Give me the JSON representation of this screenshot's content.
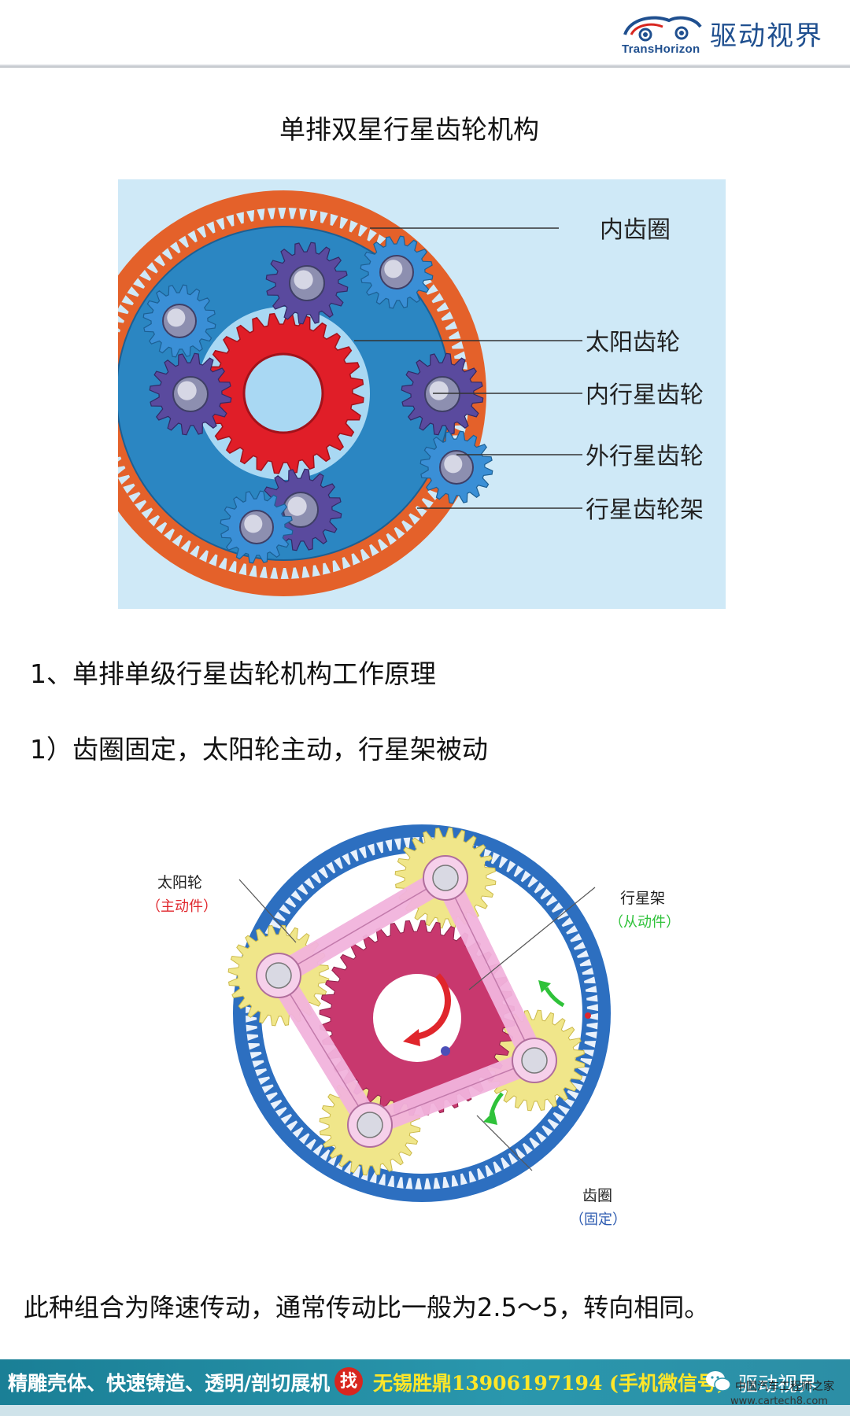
{
  "header": {
    "logo_en": "TransHorizon",
    "logo_cn": "驱动视界",
    "brand_color": "#1f4f8f"
  },
  "title": "单排双星行星齿轮机构",
  "figure1": {
    "labels": [
      "内齿圈",
      "太阳齿轮",
      "内行星齿轮",
      "外行星齿轮",
      "行星齿轮架"
    ],
    "colors": {
      "ring": "#e4612a",
      "carrier": "#2b86c2",
      "sun": "#e01e28",
      "inner_planet": "#5a4a9e",
      "outer_planet": "#3a8fd6",
      "background": "#cfe9f7"
    }
  },
  "section_heading": "1、单排单级行星齿轮机构工作原理",
  "case_heading": "1）齿圈固定，太阳轮主动，行星架被动",
  "figure2": {
    "sun_label": "太阳轮",
    "sun_role": "（主动件）",
    "carrier_label": "行星架",
    "carrier_role": "（从动件）",
    "ring_label": "齿圈",
    "ring_role": "（固定）",
    "colors": {
      "ring": "#2d6fc0",
      "sun": "#c8386e",
      "planet": "#f0e68a",
      "carrier": "#f1b3dc",
      "sun_arrow": "#e0262c",
      "carrier_arrow": "#2fc23a",
      "role_text": "#e0262c",
      "carrier_role_text": "#2fc23a",
      "ring_role_text": "#2d5bb0"
    }
  },
  "conclusion": "此种组合为降速传动，通常传动比一般为2.5～5，转向相同。",
  "footer": {
    "left_text": "精雕壳体、快速铸造、透明/剖切展机",
    "badge": "找",
    "contact_text": "无锡胜鼎13906197194 (手机微信号)",
    "account": "驱动视界",
    "watermark_cn": "中国汽车工程师之家",
    "watermark_url": "www.cartech8.com"
  }
}
